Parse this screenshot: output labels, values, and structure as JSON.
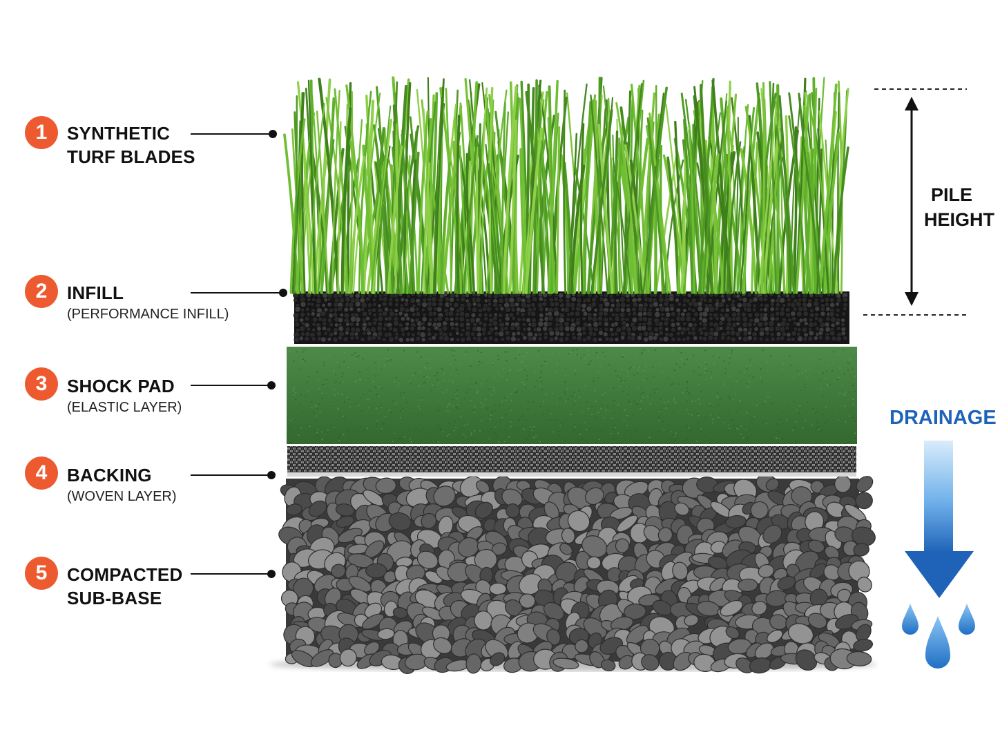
{
  "layers": [
    {
      "number": "1",
      "title_lines": [
        "SYNTHETIC",
        "TURF BLADES"
      ],
      "subtitle": ""
    },
    {
      "number": "2",
      "title_lines": [
        "INFILL"
      ],
      "subtitle": "(PERFORMANCE INFILL)"
    },
    {
      "number": "3",
      "title_lines": [
        "SHOCK PAD"
      ],
      "subtitle": "(ELASTIC LAYER)"
    },
    {
      "number": "4",
      "title_lines": [
        "BACKING"
      ],
      "subtitle": "(WOVEN LAYER)"
    },
    {
      "number": "5",
      "title_lines": [
        "COMPACTED",
        "SUB-BASE"
      ],
      "subtitle": ""
    }
  ],
  "pile_height": {
    "lines": [
      "PILE",
      "HEIGHT"
    ]
  },
  "drainage": {
    "label": "DRAINAGE"
  },
  "colors": {
    "badge": "#ee5a30",
    "drainage_text": "#1f63b8",
    "drainage_arrow": "#2a73c9",
    "grass_dark": "#3f7f1c",
    "grass_light": "#7bc23a",
    "shock_pad": "#3f7a3c",
    "infill": "#1c1c1c",
    "gravel": "#6a6a6a"
  }
}
